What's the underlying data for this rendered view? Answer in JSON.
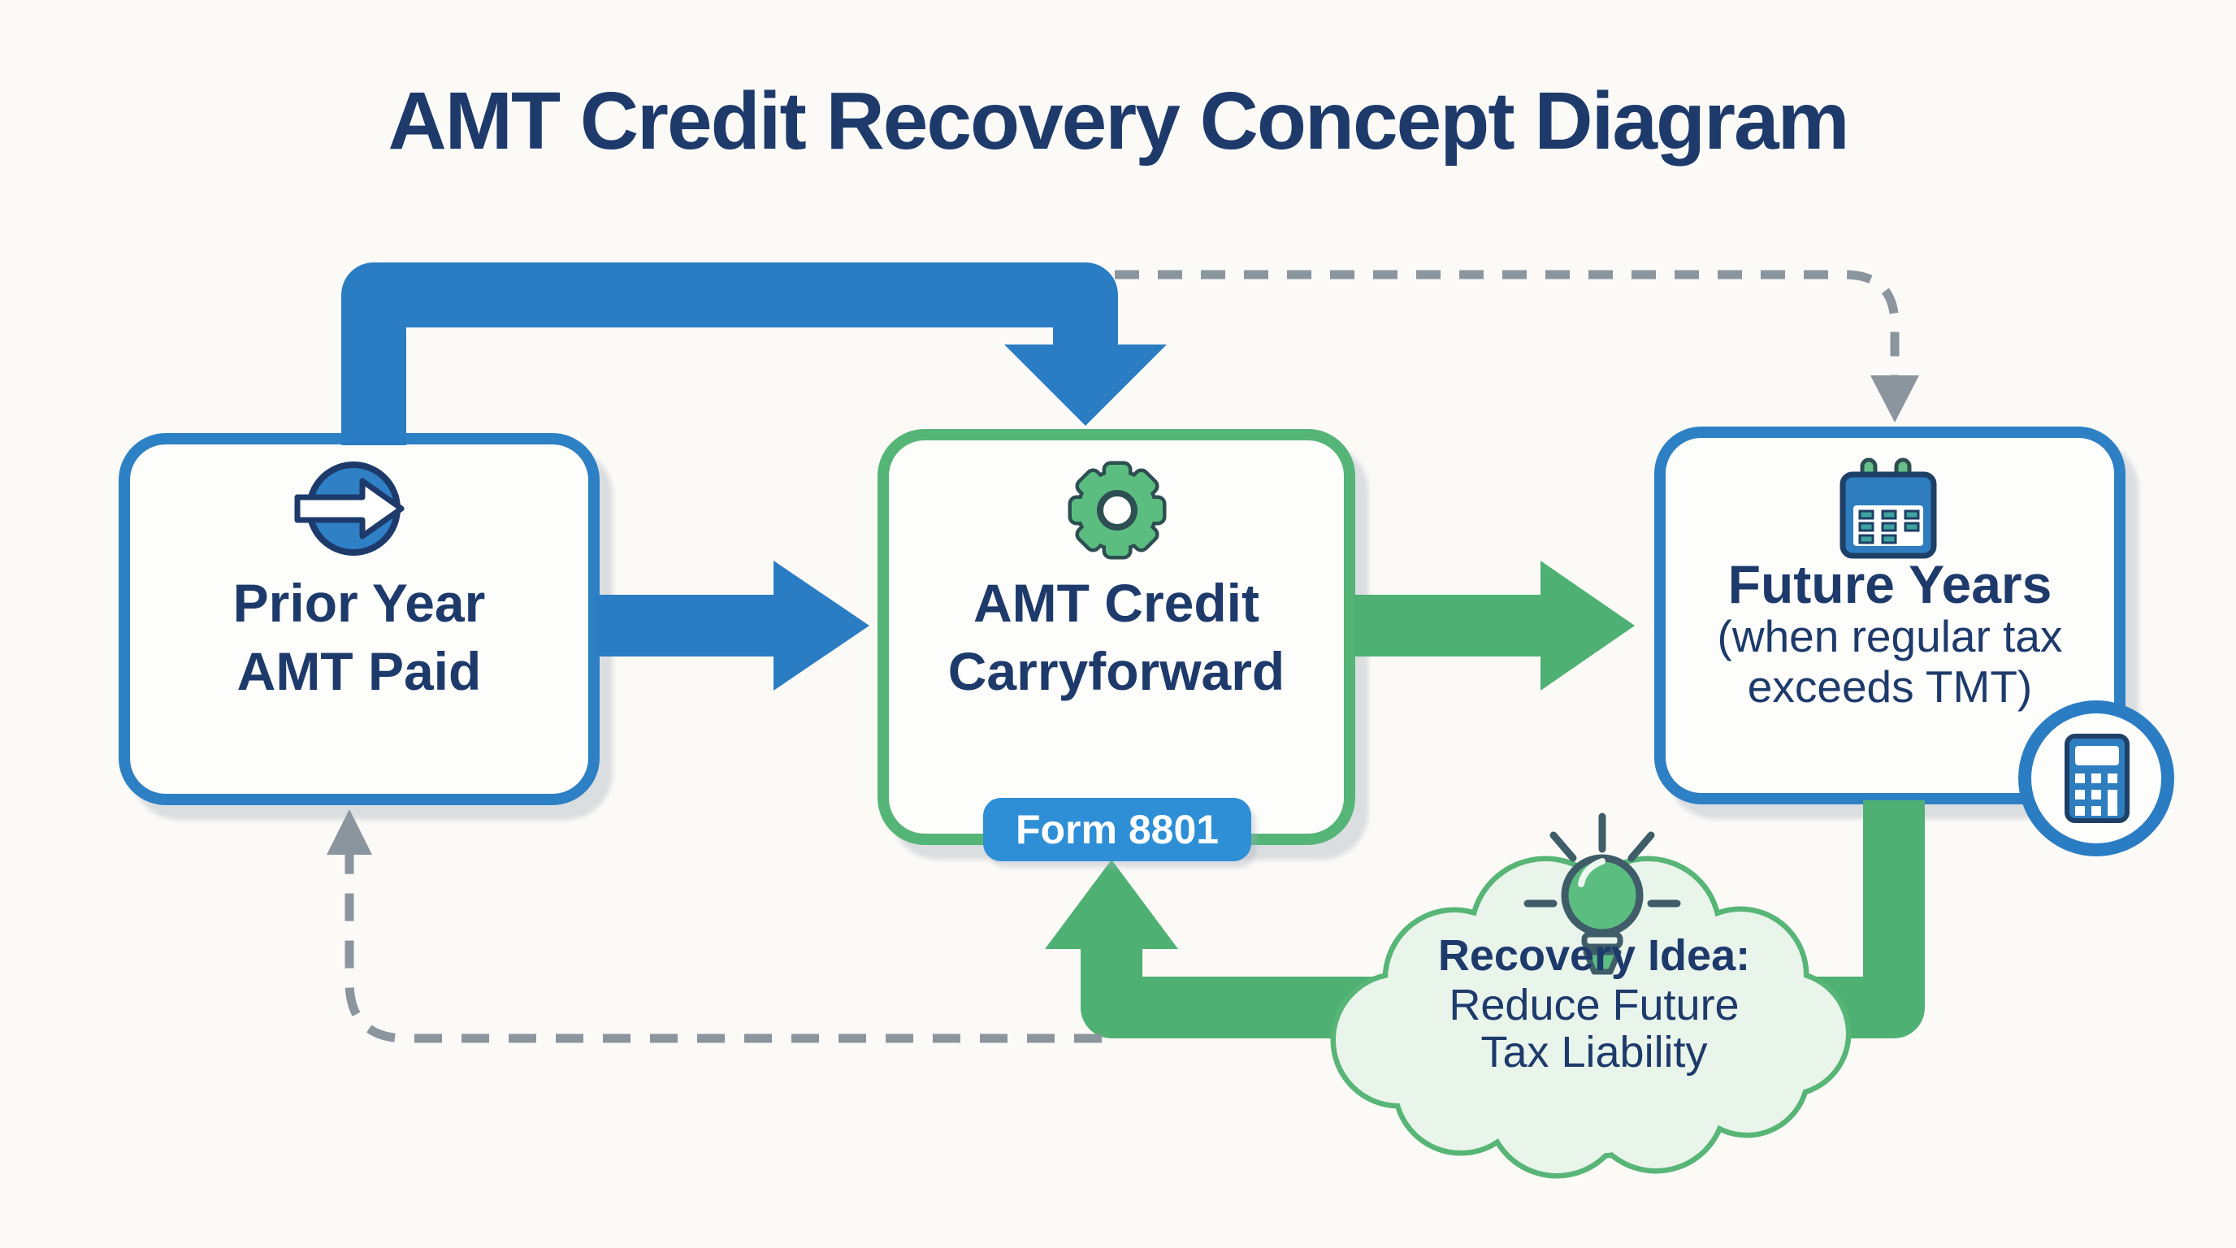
{
  "title": "AMT Credit Recovery Concept Diagram",
  "palette": {
    "background": "#fbfaf7",
    "arrow_blue": "#2b7dc3",
    "box_border_blue": "#2e80c4",
    "arrow_green": "#4eb173",
    "box_border_green": "#55b577",
    "icon_green": "#5cbd81",
    "navy_text": "#1d3a6b",
    "badge_blue": "#2e8fd6",
    "cloud_fill": "#e9f4eb",
    "dash_gray": "#8b959e"
  },
  "boxes": {
    "prior_year": {
      "icon": "arrow-right-circle-icon",
      "lines": [
        "Prior Year",
        "AMT Paid"
      ]
    },
    "carryforward": {
      "icon": "gear-icon",
      "lines": [
        "AMT Credit",
        "Carryforward"
      ],
      "badge": "Form 8801"
    },
    "future_years": {
      "icon": "calendar-icon",
      "title": "Future Years",
      "subtitle_lines": [
        "(when regular tax",
        "exceeds TMT)"
      ],
      "corner_icon": "calculator-icon"
    }
  },
  "cloud": {
    "icon": "lightbulb-icon",
    "heading": "Recovery Idea:",
    "lines": [
      "Reduce Future",
      "Tax Liability"
    ]
  },
  "flows": [
    {
      "id": "prior-to-carryforward-top",
      "from": "prior_year",
      "to": "carryforward",
      "style": "thick-blue-elbow-arrow"
    },
    {
      "id": "prior-to-carryforward-direct",
      "from": "prior_year",
      "to": "carryforward",
      "style": "blue-arrow"
    },
    {
      "id": "carryforward-to-future",
      "from": "carryforward",
      "to": "future_years",
      "style": "green-arrow"
    },
    {
      "id": "top-dashed-link",
      "from": "prior_year",
      "to": "future_years",
      "style": "dashed-gray-arrow"
    },
    {
      "id": "future-return-to-carryforward",
      "from": "future_years",
      "to": "carryforward",
      "style": "thick-green-elbow-arrow"
    },
    {
      "id": "bottom-dashed-return",
      "from": "carryforward",
      "to": "prior_year",
      "style": "dashed-gray-arrow"
    }
  ]
}
